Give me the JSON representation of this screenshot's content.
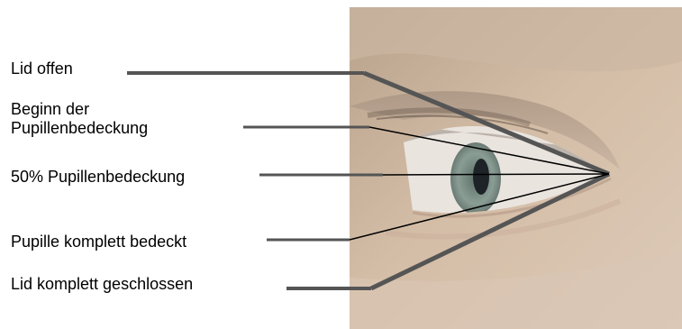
{
  "labels": [
    "Lid offen",
    "Beginn der\nPupillenbedeckung",
    "50% Pupillenbedeckung",
    "Pupille komplett bedeckt",
    "Lid komplett geschlossen"
  ],
  "colors": {
    "skin": "#c9b09a",
    "iris": "#7c8f88",
    "pupil": "#1d2326",
    "lid_line": "#555555",
    "thin_line": "#000000"
  }
}
